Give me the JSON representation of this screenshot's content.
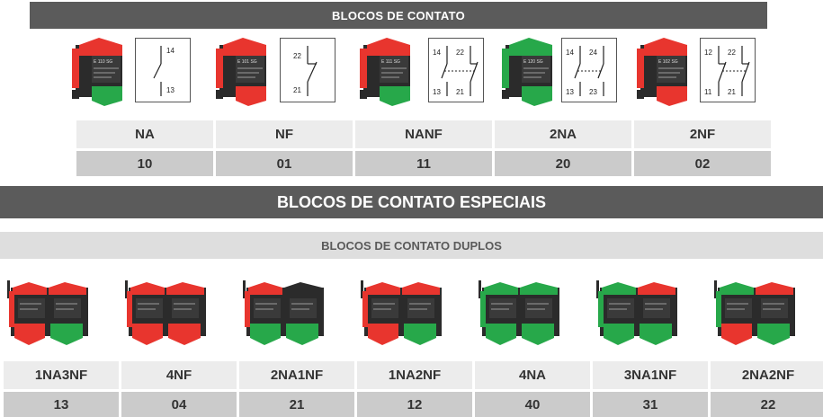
{
  "section_main": {
    "title": "BLOCOS DE CONTATO"
  },
  "contact_blocks": [
    {
      "name": "NA",
      "code": "10",
      "label": "E 110 SG",
      "flaps": [
        "green"
      ],
      "diagram": "na"
    },
    {
      "name": "NF",
      "code": "01",
      "label": "E 101 SG",
      "flaps": [
        "red"
      ],
      "diagram": "nf"
    },
    {
      "name": "NANF",
      "code": "11",
      "label": "E 111 SG",
      "flaps": [
        "red",
        "green"
      ],
      "diagram": "nanf"
    },
    {
      "name": "2NA",
      "code": "20",
      "label": "E 120 SG",
      "flaps": [
        "green",
        "green"
      ],
      "diagram": "2na"
    },
    {
      "name": "2NF",
      "code": "02",
      "label": "E 102 SG",
      "flaps": [
        "red",
        "red"
      ],
      "diagram": "2nf"
    }
  ],
  "diagram_terminals": {
    "na": [
      "14",
      "13"
    ],
    "nf": [
      "22",
      "21"
    ],
    "nanf": [
      "14",
      "22",
      "13",
      "21"
    ],
    "2na": [
      "14",
      "24",
      "13",
      "23"
    ],
    "2nf": [
      "12",
      "22",
      "11",
      "21"
    ]
  },
  "section_special": {
    "title": "BLOCOS DE CONTATO ESPECIAIS"
  },
  "section_duplos": {
    "title": "BLOCOS DE CONTATO DUPLOS"
  },
  "double_blocks": [
    {
      "name": "1NA3NF",
      "code": "13",
      "flaps": [
        "red",
        "red",
        "red",
        "green"
      ]
    },
    {
      "name": "4NF",
      "code": "04",
      "flaps": [
        "red",
        "red",
        "red",
        "red"
      ]
    },
    {
      "name": "2NA1NF",
      "code": "21",
      "flaps": [
        "red",
        "black",
        "green",
        "green"
      ]
    },
    {
      "name": "1NA2NF",
      "code": "12",
      "flaps": [
        "red",
        "red",
        "red",
        "green"
      ]
    },
    {
      "name": "4NA",
      "code": "40",
      "flaps": [
        "green",
        "green",
        "green",
        "green"
      ]
    },
    {
      "name": "3NA1NF",
      "code": "31",
      "flaps": [
        "green",
        "red",
        "green",
        "green"
      ]
    },
    {
      "name": "2NA2NF",
      "code": "22",
      "flaps": [
        "green",
        "red",
        "red",
        "green"
      ]
    }
  ],
  "colors": {
    "red": "#e8352e",
    "green": "#27a84a",
    "body": "#2b2b2b",
    "header": "#5b5b5b"
  }
}
